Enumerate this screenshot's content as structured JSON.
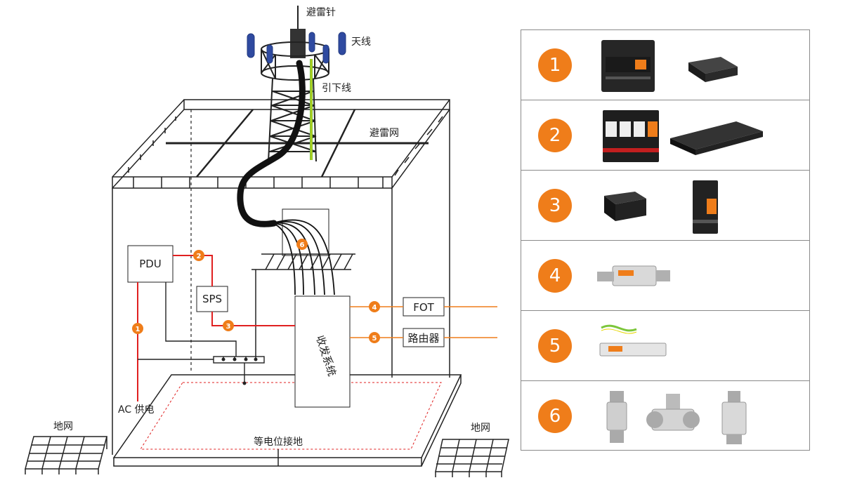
{
  "labels": {
    "lightning_rod": "避雷针",
    "antenna": "天线",
    "down_conductor": "引下线",
    "lightning_mesh": "避雷网",
    "ground_grid_left": "地网",
    "ground_grid_right": "地网",
    "equipotential": "等电位接地",
    "ac_supply": "AC 供电"
  },
  "boxes": {
    "pdu": "PDU",
    "sps": "SPS",
    "fot": "FOT",
    "router": "路由器",
    "transceiver": "收发系统"
  },
  "markers": [
    "1",
    "2",
    "3",
    "4",
    "5",
    "6"
  ],
  "legend": {
    "rows": [
      {
        "number": "1"
      },
      {
        "number": "2"
      },
      {
        "number": "3"
      },
      {
        "number": "4"
      },
      {
        "number": "5"
      },
      {
        "number": "6"
      }
    ]
  },
  "colors": {
    "accent": "#ef7d1a",
    "power_line": "#e02020",
    "signal_line": "#ef7d1a",
    "down_conductor": "#7cc63a"
  }
}
